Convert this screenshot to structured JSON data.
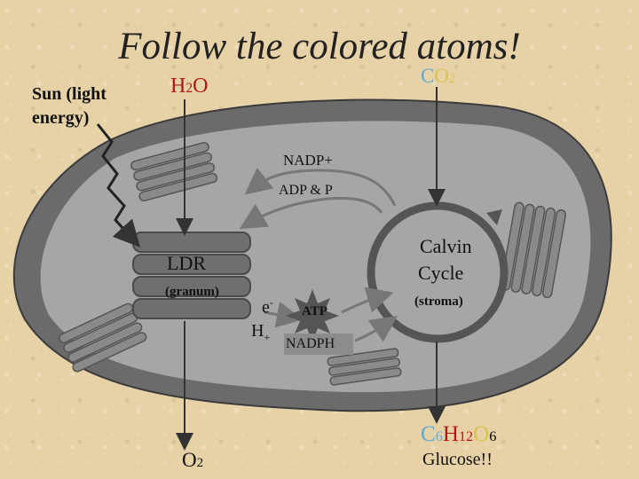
{
  "title": "Follow the colored atoms!",
  "sun_label_line1": "Sun (light",
  "sun_label_line2": "energy)",
  "water": {
    "h": "H",
    "sub": "2",
    "o": "O"
  },
  "co2": {
    "c": "C",
    "o": "O",
    "sub": "2"
  },
  "nadp_plus": "NADP+",
  "adp_p": "ADP & P",
  "ldr": "LDR",
  "granum": "(granum)",
  "calvin_line1": "Calvin",
  "calvin_line2": "Cycle",
  "stroma": "(stroma)",
  "electron": "e",
  "electron_sup": "-",
  "proton": "H",
  "proton_sup": "+",
  "atp": "ATP",
  "nadph": "NADPH",
  "oxygen": {
    "o": "O",
    "sub": "2"
  },
  "glucose_formula": {
    "c": "C",
    "c_sub": "6",
    "h": "H",
    "h_sub": "12",
    "o": "O",
    "o_sub": "6"
  },
  "glucose_label": "Glucose!!",
  "colors": {
    "oxygen_red": "#b01818",
    "carbon_blue": "#5aa9d6",
    "oxygen_yellow": "#d9c24a",
    "hydrogen_red": "#b01818"
  }
}
